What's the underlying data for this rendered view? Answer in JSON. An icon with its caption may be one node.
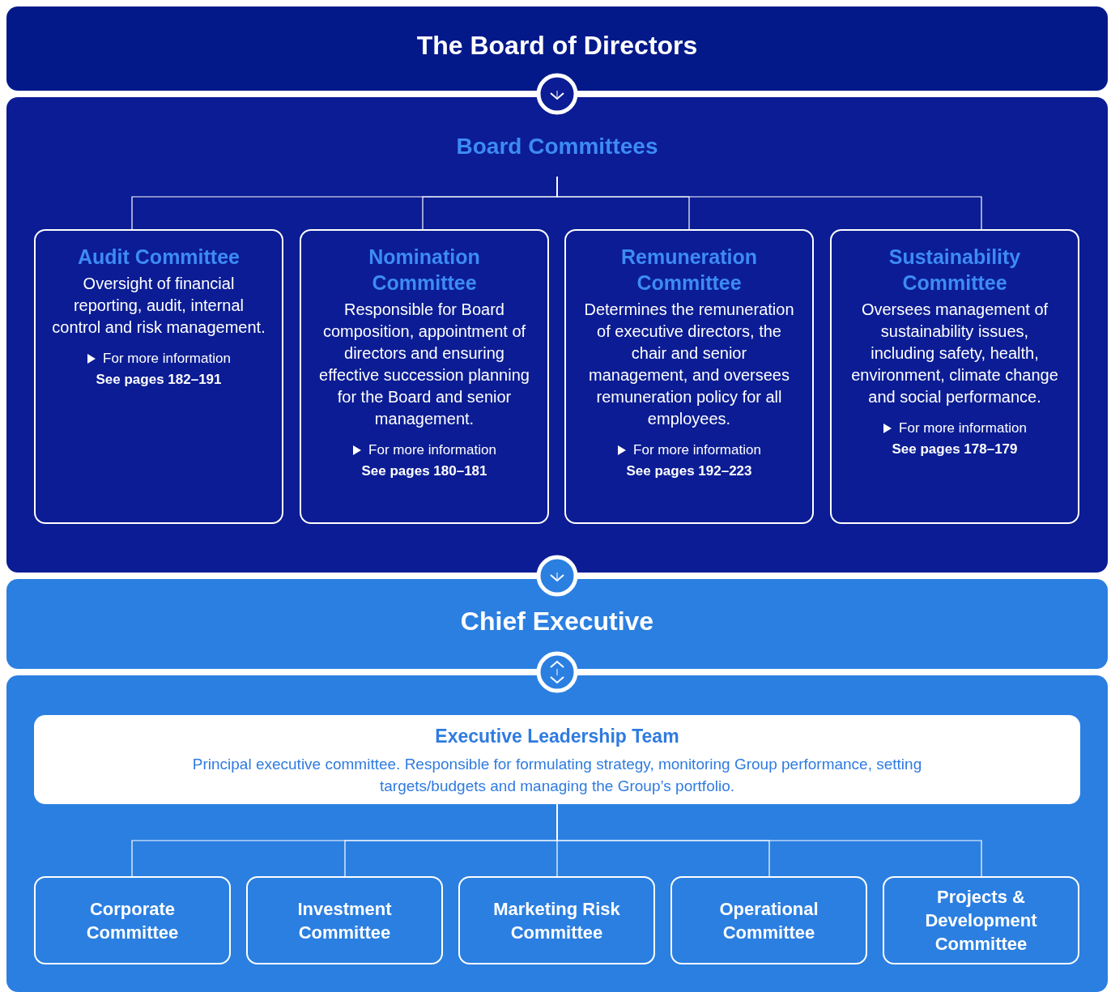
{
  "diagram": {
    "nodes": [
      {
        "text": [
          "The Board of Directors"
        ]
      },
      {
        "text": [],
        "shape": "box"
      },
      {
        "text": [
          "Board Committees"
        ],
        "in": 1
      },
      {
        "text": [
          "Audit Committee",
          "Oversight of financial reporting, audit, internal control and risk management.",
          "For more information",
          "See pages 182–191"
        ],
        "in": 1
      },
      {
        "text": [
          "Nomination Committee",
          "Responsible for Board composition, appointment of directors and ensuring effective succession planning for the Board and senior management.",
          "For more information",
          "See pages 180–181"
        ],
        "in": 1
      },
      {
        "text": [
          "Remuneration Committee",
          "Determines the remuneration of executive directors, the chair and senior management, and oversees remuneration policy for all employees.",
          "For more information",
          "See pages 192–223"
        ],
        "in": 1
      },
      {
        "text": [
          "Sustainability Committee",
          "Oversees management of sustainability issues, including safety, health, environment, climate change and social performance.",
          "For more information",
          "See pages 178–179"
        ],
        "in": 1
      },
      {
        "text": [
          "Chief Executive"
        ]
      },
      {
        "text": [],
        "shape": "box"
      },
      {
        "text": [
          "Executive Leadership Team",
          "Principal executive committee. Responsible for formulating strategy, monitoring Group performance, setting targets/budgets and managing the Group’s portfolio."
        ],
        "in": 8
      },
      {
        "text": [
          "Corporate Committee"
        ],
        "in": 8
      },
      {
        "text": [
          "Investment Committee"
        ],
        "in": 8
      },
      {
        "text": [
          "Marketing Risk Committee"
        ],
        "in": 8
      },
      {
        "text": [
          "Operational Committee"
        ],
        "in": 8
      },
      {
        "text": [
          "Projects & Development Committee"
        ],
        "in": 8
      }
    ],
    "edges": [
      {
        "from": 0,
        "to": 1,
        "arrow": "to"
      },
      {
        "from": 1,
        "to": 7,
        "arrow": "to"
      },
      {
        "from": 7,
        "to": 8,
        "arrow": "both"
      },
      {
        "from": 2,
        "to": 3,
        "arrow": "none"
      },
      {
        "from": 2,
        "to": 4,
        "arrow": "none"
      },
      {
        "from": 2,
        "to": 5,
        "arrow": "none"
      },
      {
        "from": 2,
        "to": 6,
        "arrow": "none"
      },
      {
        "from": 9,
        "to": 10,
        "arrow": "none"
      },
      {
        "from": 9,
        "to": 11,
        "arrow": "none"
      },
      {
        "from": 9,
        "to": 12,
        "arrow": "none"
      },
      {
        "from": 9,
        "to": 13,
        "arrow": "none"
      },
      {
        "from": 9,
        "to": 14,
        "arrow": "none"
      }
    ]
  }
}
